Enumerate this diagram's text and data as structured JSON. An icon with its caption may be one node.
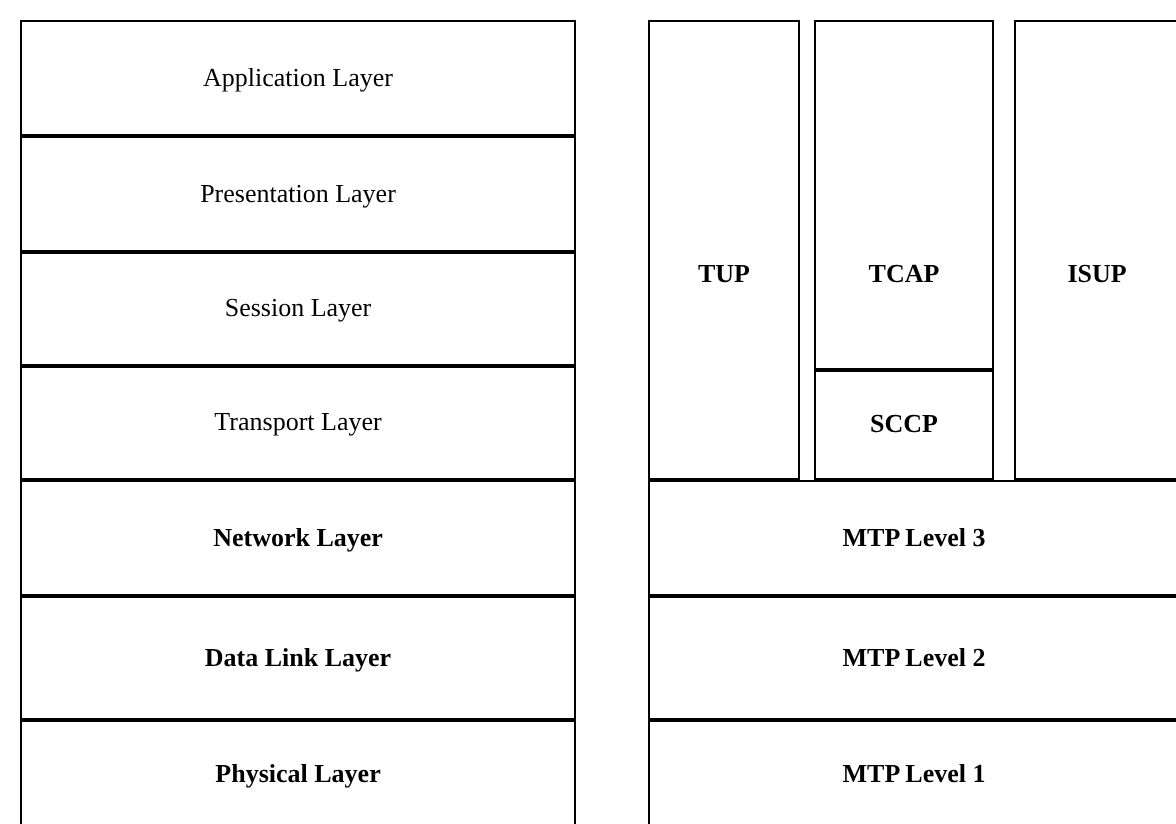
{
  "diagram": {
    "nodes": [
      {
        "text": [
          "Application Layer"
        ]
      },
      {
        "text": [
          "Presentation Layer"
        ]
      },
      {
        "text": [
          "Session Layer"
        ]
      },
      {
        "text": [
          "Transport Layer"
        ]
      },
      {
        "text": [
          "Network Layer"
        ]
      },
      {
        "text": [
          "Data Link Layer"
        ]
      },
      {
        "text": [
          "Physical Layer"
        ]
      },
      {
        "text": [
          "TUP"
        ]
      },
      {
        "text": [
          "TCAP"
        ]
      },
      {
        "text": [
          "SCCP"
        ]
      },
      {
        "text": [
          "ISUP"
        ]
      },
      {
        "text": [
          "MTP Level 3"
        ]
      },
      {
        "text": [
          "MTP Level 2"
        ]
      },
      {
        "text": [
          "MTP Level 1"
        ]
      }
    ]
  }
}
